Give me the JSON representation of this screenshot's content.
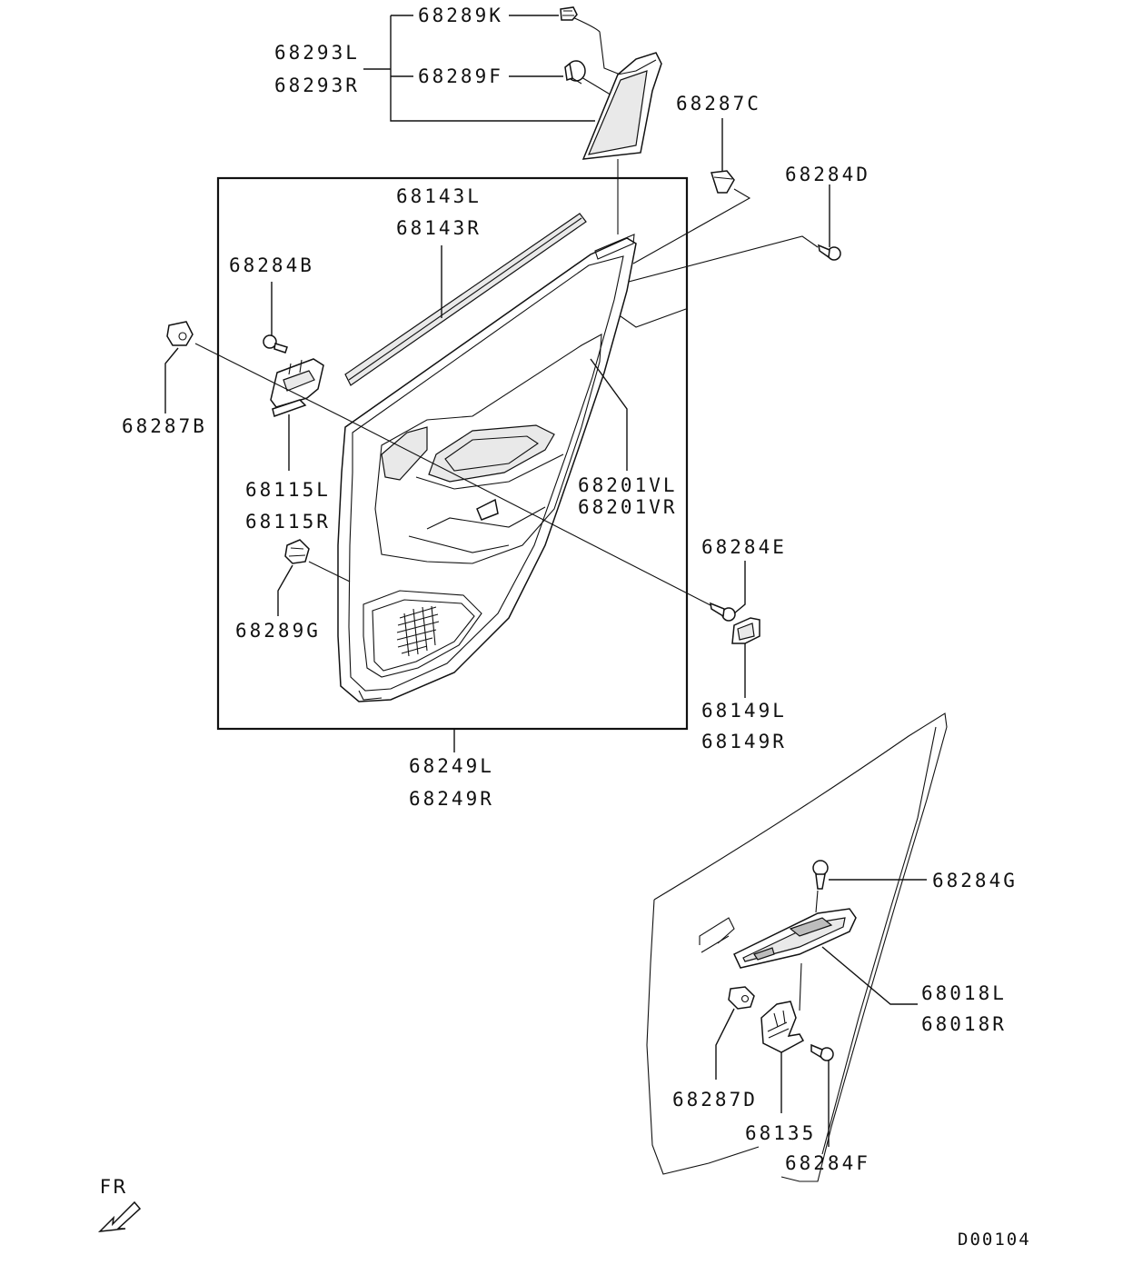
{
  "diagram": {
    "drawing_code": "D00104",
    "direction_marker": "FR",
    "parts": {
      "p68289K": "68289K",
      "p68293L": "68293L",
      "p68293R": "68293R",
      "p68289F": "68289F",
      "p68287C": "68287C",
      "p68284D": "68284D",
      "p68143L": "68143L",
      "p68143R": "68143R",
      "p68284B": "68284B",
      "p68287B": "68287B",
      "p68115L": "68115L",
      "p68115R": "68115R",
      "p68201VL": "68201VL",
      "p68201VR": "68201VR",
      "p68284E": "68284E",
      "p68289G": "68289G",
      "p68149L": "68149L",
      "p68149R": "68149R",
      "p68249L": "68249L",
      "p68249R": "68249R",
      "p68284G": "68284G",
      "p68018L": "68018L",
      "p68018R": "68018R",
      "p68287D": "68287D",
      "p68135": "68135",
      "p68284F": "68284F"
    }
  }
}
